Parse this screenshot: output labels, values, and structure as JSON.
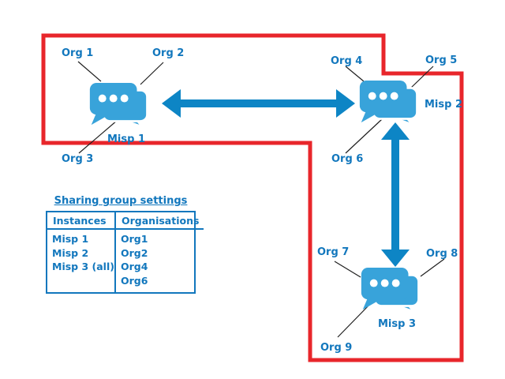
{
  "diagram": {
    "nodes": [
      {
        "id": "misp1",
        "label": "Misp 1",
        "orgs": [
          "Org 1",
          "Org 2",
          "Org 3"
        ]
      },
      {
        "id": "misp2",
        "label": "Misp 2",
        "orgs": [
          "Org 4",
          "Org 5",
          "Org 6"
        ]
      },
      {
        "id": "misp3",
        "label": "Misp 3",
        "orgs": [
          "Org 7",
          "Org 8",
          "Org 9"
        ]
      }
    ]
  },
  "table": {
    "title": "Sharing group settings",
    "columns": [
      "Instances",
      "Organisations"
    ],
    "instances": [
      "Misp 1",
      "Misp 2",
      "Misp 3 (all)"
    ],
    "organisations": [
      "Org1",
      "Org2",
      "Org4",
      "Org6"
    ]
  },
  "colors": {
    "red": "#e8262b",
    "label_blue": "#1277bd",
    "icon_blue": "#38a3da",
    "arrow_blue": "#0d85c5"
  }
}
